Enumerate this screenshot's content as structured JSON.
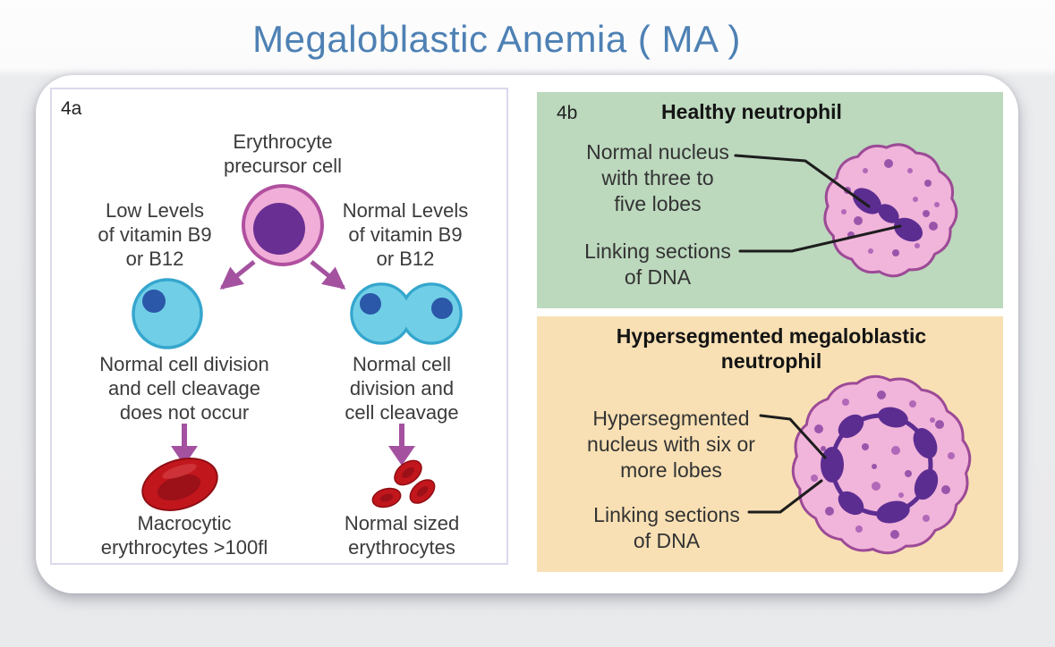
{
  "title": "Megaloblastic Anemia ( MA )",
  "colors": {
    "title_text": "#4e81b4",
    "healthy_panel_bg": "#bcd8bd",
    "hyper_panel_bg": "#f8e0b4",
    "neutrophil_pink": "#f1b4da",
    "nucleus_purple": "#5c2d91",
    "arrow_purple": "#a452a0",
    "cell_blue": "#70cfe7",
    "blood_red": "#c2161d"
  },
  "figure_a": {
    "label": "4a",
    "precursor_caption": "Erythrocyte\nprecursor cell",
    "left_condition": "Low Levels\nof vitamin B9\nor B12",
    "right_condition": "Normal Levels\nof vitamin B9\nor B12",
    "left_outcome": "Normal cell division\nand cell cleavage\ndoes not occur",
    "right_outcome": "Normal cell\ndivision and\ncell cleavage",
    "left_result": "Macrocytic\nerythrocytes >100fl",
    "right_result": "Normal sized\nerythrocytes"
  },
  "figure_b": {
    "label": "4b",
    "healthy": {
      "heading": "Healthy neutrophil",
      "nucleus_note": "Normal nucleus\nwith three to\nfive lobes",
      "dna_note": "Linking sections\nof DNA"
    },
    "hypersegmented": {
      "heading": "Hypersegmented megaloblastic\nneutrophil",
      "nucleus_note": "Hypersegmented\nnucleus with six or\nmore lobes",
      "dna_note": "Linking sections\nof DNA"
    }
  }
}
